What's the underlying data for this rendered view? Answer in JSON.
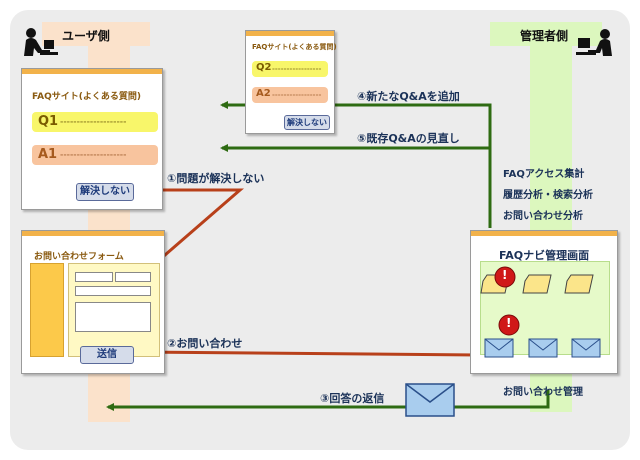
{
  "user_lane": {
    "label": "ユーザ側"
  },
  "admin_lane": {
    "label": "管理者側"
  },
  "faq_window": {
    "title": "FAQサイト(よくある質問)",
    "q1": "Q1",
    "a1": "A1",
    "dashes": "--------------------",
    "unsolved_button": "解決しない"
  },
  "faq_small_window": {
    "title": "FAQサイト(よくある質問)",
    "q2": "Q2",
    "a2": "A2",
    "dashes": "-----------------",
    "unsolved_button": "解決しない"
  },
  "contact_form": {
    "title": "お問い合わせフォーム",
    "send_button": "送信"
  },
  "admin_screen": {
    "title": "FAQナビ管理画面",
    "alert_mark": "!"
  },
  "steps": {
    "s1": "①問題が解決しない",
    "s2": "②お問い合わせ",
    "s3": "③回答の返信",
    "s4": "④新たなQ&Aを追加",
    "s5": "⑤既存Q&Aの見直し"
  },
  "admin_functions": [
    "FAQアクセス集計",
    "履歴分析・検索分析",
    "お問い合わせ分析"
  ],
  "admin_management_label": "お問い合わせ管理",
  "colors": {
    "orange_arrow": "#b8401a",
    "green_arrow": "#2e6b12",
    "text_navy": "#1b3258",
    "window_bar": "#f2b24a"
  },
  "icons": {
    "user": "person-at-desk-icon",
    "admin": "admin-at-computer-icon",
    "mail": "envelope-icon",
    "folder": "folder-icon",
    "alert": "alert-icon"
  }
}
